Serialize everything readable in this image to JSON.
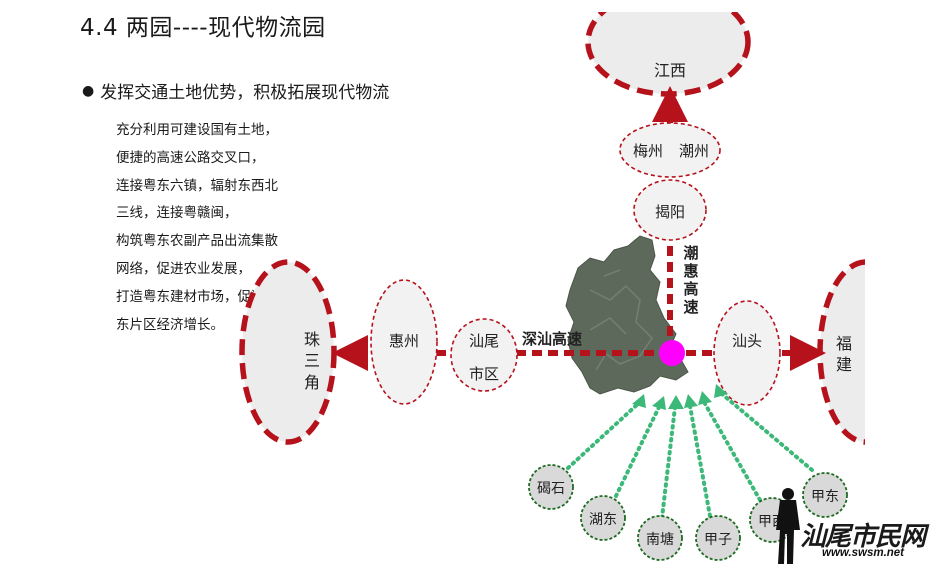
{
  "title": "4.4 两园----现代物流园",
  "bullet": {
    "marker": "●",
    "text": "发挥交通土地优势，积极拓展现代物流"
  },
  "body_lines": [
    "充分利用可建设国有土地，",
    "便捷的高速公路交叉口，",
    "连接粤东六镇，辐射东西北",
    "三线，连接粤赣闽，",
    "构筑粤东农副产品出流集散",
    "网络，促进农业发展，",
    "打造粤东建材市场，促进粤",
    "东片区经济增长。"
  ],
  "diagram": {
    "regions": {
      "north": "江西",
      "west_lines": [
        "珠",
        "三",
        "角"
      ],
      "east_lines": [
        "福",
        "建"
      ]
    },
    "nodes": {
      "meizhou": "梅州",
      "chaozhou": "潮州",
      "jieyang": "揭阳",
      "huizhou": "惠州",
      "shanwei_lines": [
        "汕尾",
        "市区"
      ],
      "shantou": "汕头"
    },
    "roads": {
      "west_label": "深汕高速",
      "north_label": [
        "潮",
        "惠",
        "高",
        "速"
      ]
    },
    "towns": [
      "碣石",
      "湖东",
      "南塘",
      "甲子",
      "甲西",
      "甲东"
    ],
    "colors": {
      "road": "#b5121b",
      "hub": "#ff00ff",
      "town_arrow": "#3cb878",
      "town_border": "#1e6b22",
      "region_fill": "#ececec",
      "node_fill": "#f2f2f2",
      "map_fill": "#5d6a5b"
    }
  },
  "watermark": {
    "text": "汕尾市民网",
    "url": "www.swsm.net"
  }
}
